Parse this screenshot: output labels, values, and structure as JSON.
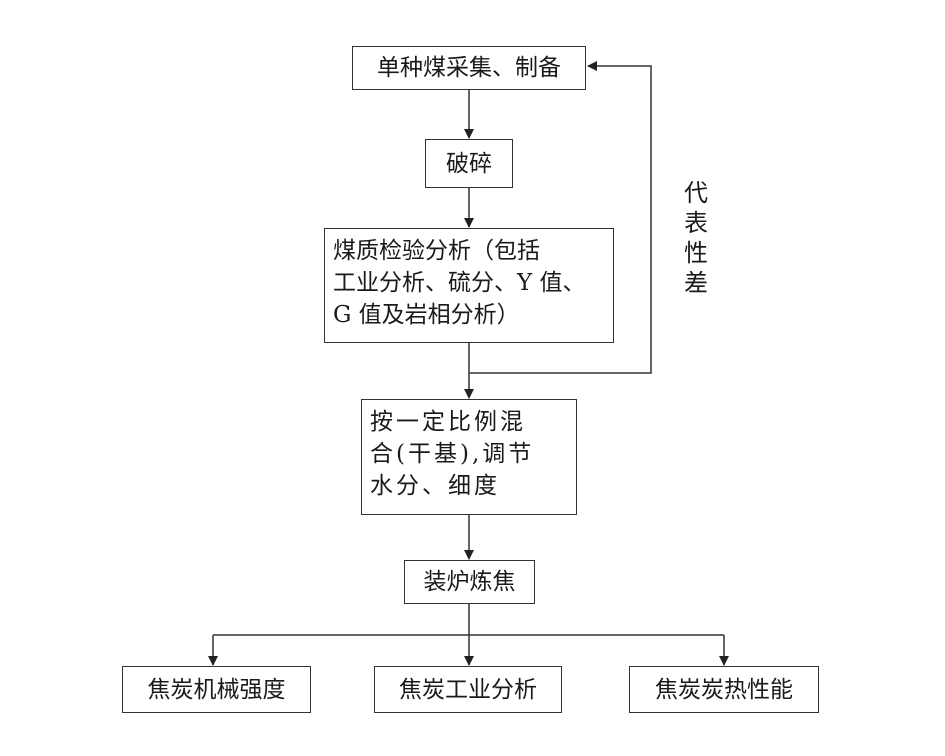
{
  "nodes": {
    "collect": "单种煤采集、制备",
    "crush": "破碎",
    "analysis": {
      "line1": "煤质检验分析（包括",
      "line2": "工业分析、硫分、Y 值、",
      "line3": "G 值及岩相分析）"
    },
    "blend": {
      "line1": "按一定比例混",
      "line2": "合(干基),调节",
      "line3": "水分、细度"
    },
    "coking": "装炉炼焦",
    "strength": "焦炭机械强度",
    "proximate": "焦炭工业分析",
    "thermal": "焦炭炭热性能"
  },
  "feedback_label": [
    "代",
    "表",
    "性",
    "差"
  ]
}
